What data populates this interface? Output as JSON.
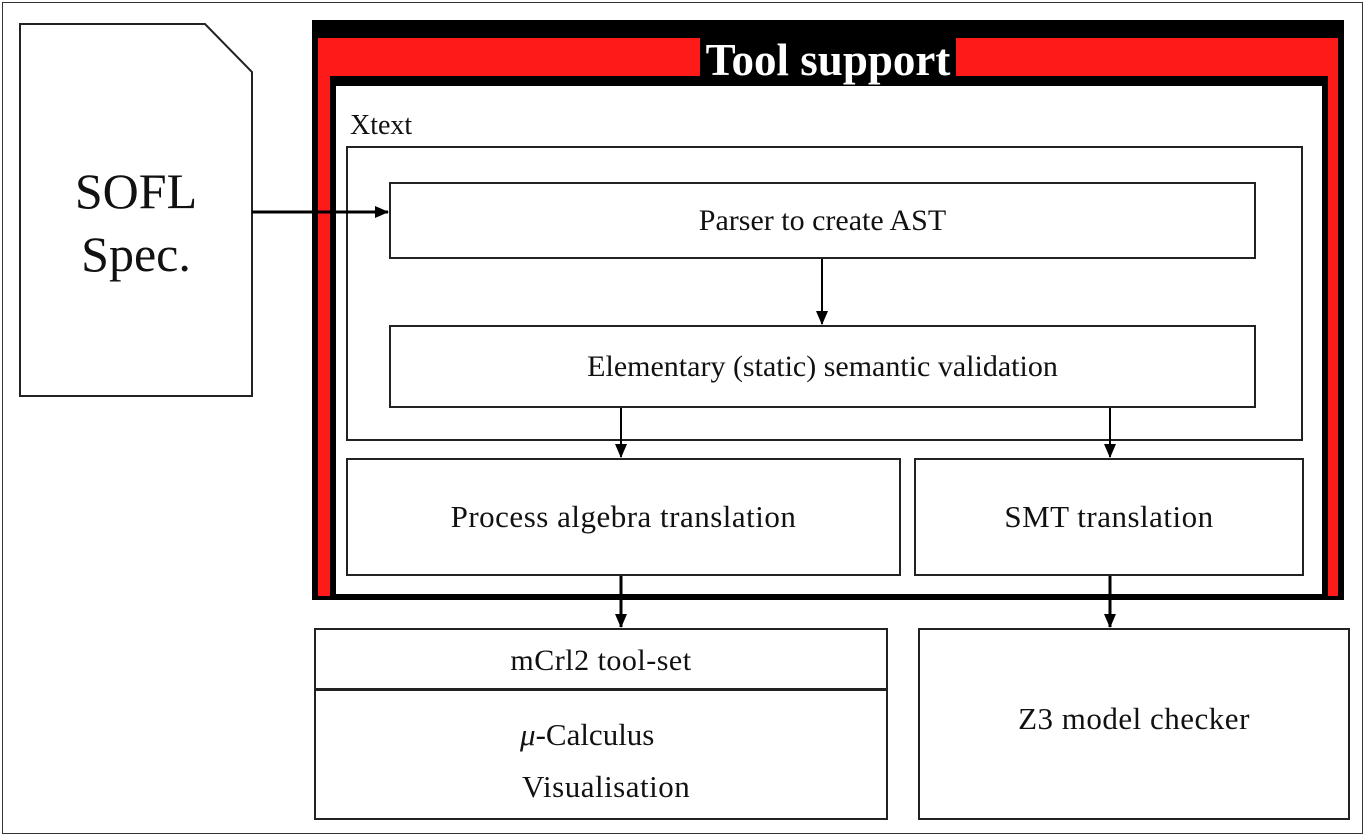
{
  "tool_support": {
    "title": "Tool support",
    "xtext_label": "Xtext"
  },
  "document": {
    "line1": "SOFL",
    "line2": "Spec."
  },
  "xtext": {
    "parser": "Parser to create AST",
    "validation": "Elementary (static) semantic validation"
  },
  "translations": {
    "process_algebra": "Process algebra translation",
    "smt": "SMT translation"
  },
  "mcrl2": {
    "header": "mCrl2 tool-set",
    "mu_symbol": "μ",
    "mu_rest": "-Calculus",
    "visualisation": "Visualisation"
  },
  "z3": {
    "label": "Z3 model checker"
  },
  "colors": {
    "accent_red": "#ff1a1a",
    "border": "#000000"
  }
}
